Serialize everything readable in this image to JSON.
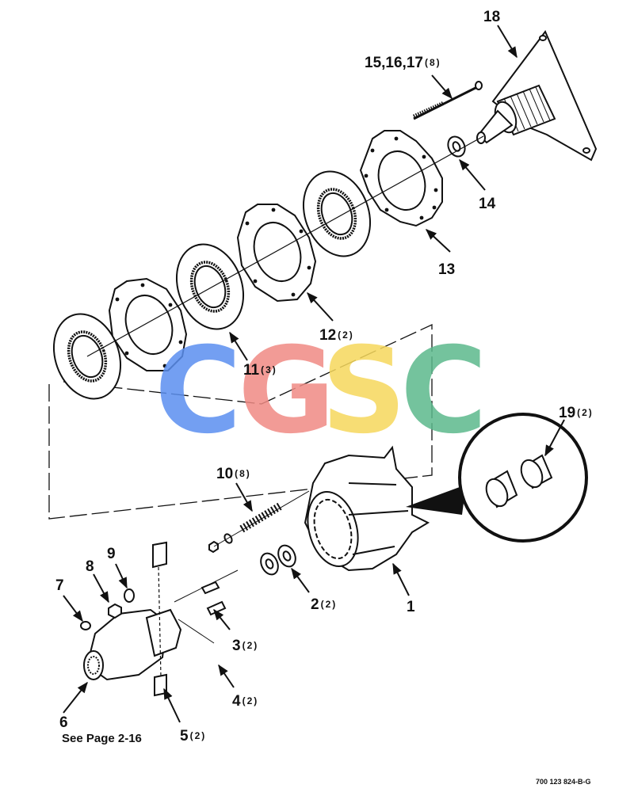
{
  "callouts": [
    {
      "id": "p1",
      "num": "1",
      "qty": ""
    },
    {
      "id": "p2",
      "num": "2",
      "qty": "(2)"
    },
    {
      "id": "p3",
      "num": "3",
      "qty": "(2)"
    },
    {
      "id": "p4",
      "num": "4",
      "qty": "(2)"
    },
    {
      "id": "p5",
      "num": "5",
      "qty": "(2)"
    },
    {
      "id": "p6",
      "num": "6",
      "qty": ""
    },
    {
      "id": "p7",
      "num": "7",
      "qty": ""
    },
    {
      "id": "p8",
      "num": "8",
      "qty": ""
    },
    {
      "id": "p9",
      "num": "9",
      "qty": ""
    },
    {
      "id": "p10",
      "num": "10",
      "qty": "(8)"
    },
    {
      "id": "p11",
      "num": "11",
      "qty": "(3)"
    },
    {
      "id": "p12",
      "num": "12",
      "qty": "(2)"
    },
    {
      "id": "p13",
      "num": "13",
      "qty": ""
    },
    {
      "id": "p14",
      "num": "14",
      "qty": ""
    },
    {
      "id": "p15",
      "num": "15,16,17",
      "qty": "(8)"
    },
    {
      "id": "p18",
      "num": "18",
      "qty": ""
    },
    {
      "id": "p19",
      "num": "19",
      "qty": "(2)"
    }
  ],
  "see_page_note": "See Page 2-16",
  "drawing_ref": "700 123 824-B-G",
  "watermark": {
    "letters": [
      "C",
      "G",
      "S",
      "C"
    ],
    "colors": [
      "#5b8ff0",
      "#f08a84",
      "#f6d85c",
      "#5cb98c"
    ]
  },
  "colors": {
    "line": "#111111",
    "background": "#ffffff"
  }
}
